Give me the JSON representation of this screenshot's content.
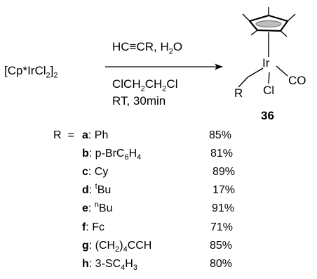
{
  "reaction": {
    "reagent_dimer": "[Cp*IrCl",
    "reagent_dimer_sub": "2",
    "reagent_dimer_close": "]",
    "reagent_dimer_sub2": "2",
    "above_arrow": "HC≡CR, H",
    "above_arrow_sub": "2",
    "above_arrow_tail": "O",
    "below_arrow_line1": "ClCH",
    "below_arrow_line1_sub1": "2",
    "below_arrow_line1_mid": "CH",
    "below_arrow_line1_sub2": "2",
    "below_arrow_line1_tail": "Cl",
    "below_arrow_line2": "RT, 30min"
  },
  "product": {
    "metal": "Ir",
    "co": "CO",
    "cl": "Cl",
    "r": "R",
    "number": "36"
  },
  "substituents": {
    "r_label": "R",
    "equals": "=",
    "rows": [
      {
        "letter": "a",
        "pre": ": Ph",
        "sup": "",
        "sub_parts": [],
        "yield": "85%"
      },
      {
        "letter": "b",
        "pre": ": p-BrC",
        "sub1": "6",
        "mid": "H",
        "sub2": "4",
        "yield": "81%"
      },
      {
        "letter": "c",
        "pre": ": Cy",
        "yield": "89%"
      },
      {
        "letter": "d",
        "pre": ": ",
        "sup": "t",
        "post": "Bu",
        "yield": "17%"
      },
      {
        "letter": "e",
        "pre": ": ",
        "sup": "n",
        "post": "Bu",
        "yield": "91%"
      },
      {
        "letter": "f",
        "pre": ": Fc",
        "yield": "71%"
      },
      {
        "letter": "g",
        "pre": ": (CH",
        "sub1": "2",
        "mid": ")",
        "sub2": "4",
        "post": "CCH",
        "yield": "85%"
      },
      {
        "letter": "h",
        "pre": ": 3-SC",
        "sub1": "4",
        "mid": "H",
        "sub2": "3",
        "yield": "80%"
      }
    ]
  }
}
